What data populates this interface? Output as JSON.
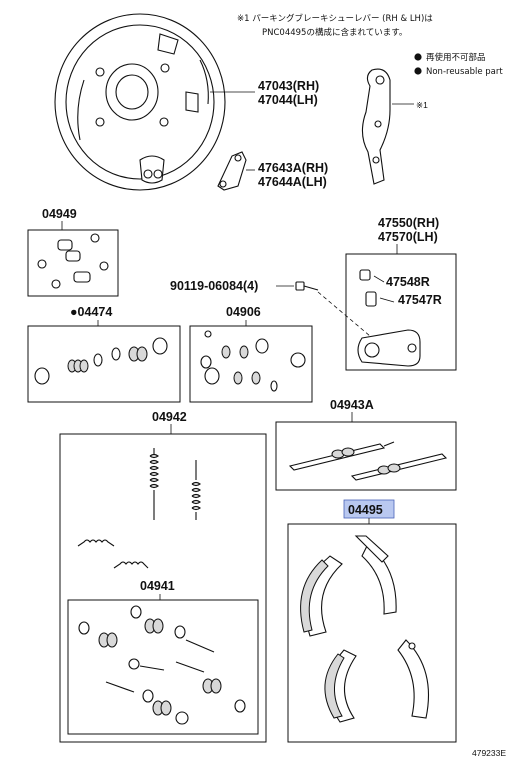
{
  "note": {
    "line1": "※1 パーキングブレーキシューレバー (RH & LH)は",
    "line2": "PNC04495の構成に含まれています。",
    "legend_reuse": "再使用不可部品",
    "legend_nonreuse": "Non-reusable part",
    "callout_mark": "※1"
  },
  "parts": {
    "backing_plate_rh": "47043(RH)",
    "backing_plate_lh": "47044(LH)",
    "lever_rh": "47643A(RH)",
    "lever_lh": "47644A(LH)",
    "kit_04949": "04949",
    "cylinder_rh": "47550(RH)",
    "cylinder_lh": "47570(LH)",
    "bolt": "90119-06084(4)",
    "bleeder_cap": "47548R",
    "bleeder_plug": "47547R",
    "kit_04474": "●04474",
    "kit_04906": "04906",
    "kit_04942": "04942",
    "kit_04943a": "04943A",
    "kit_04941": "04941",
    "shoe_set": "04495"
  },
  "illustration_id": "479233E",
  "colors": {
    "highlight": "#b9c8f0",
    "ink": "#111111"
  }
}
